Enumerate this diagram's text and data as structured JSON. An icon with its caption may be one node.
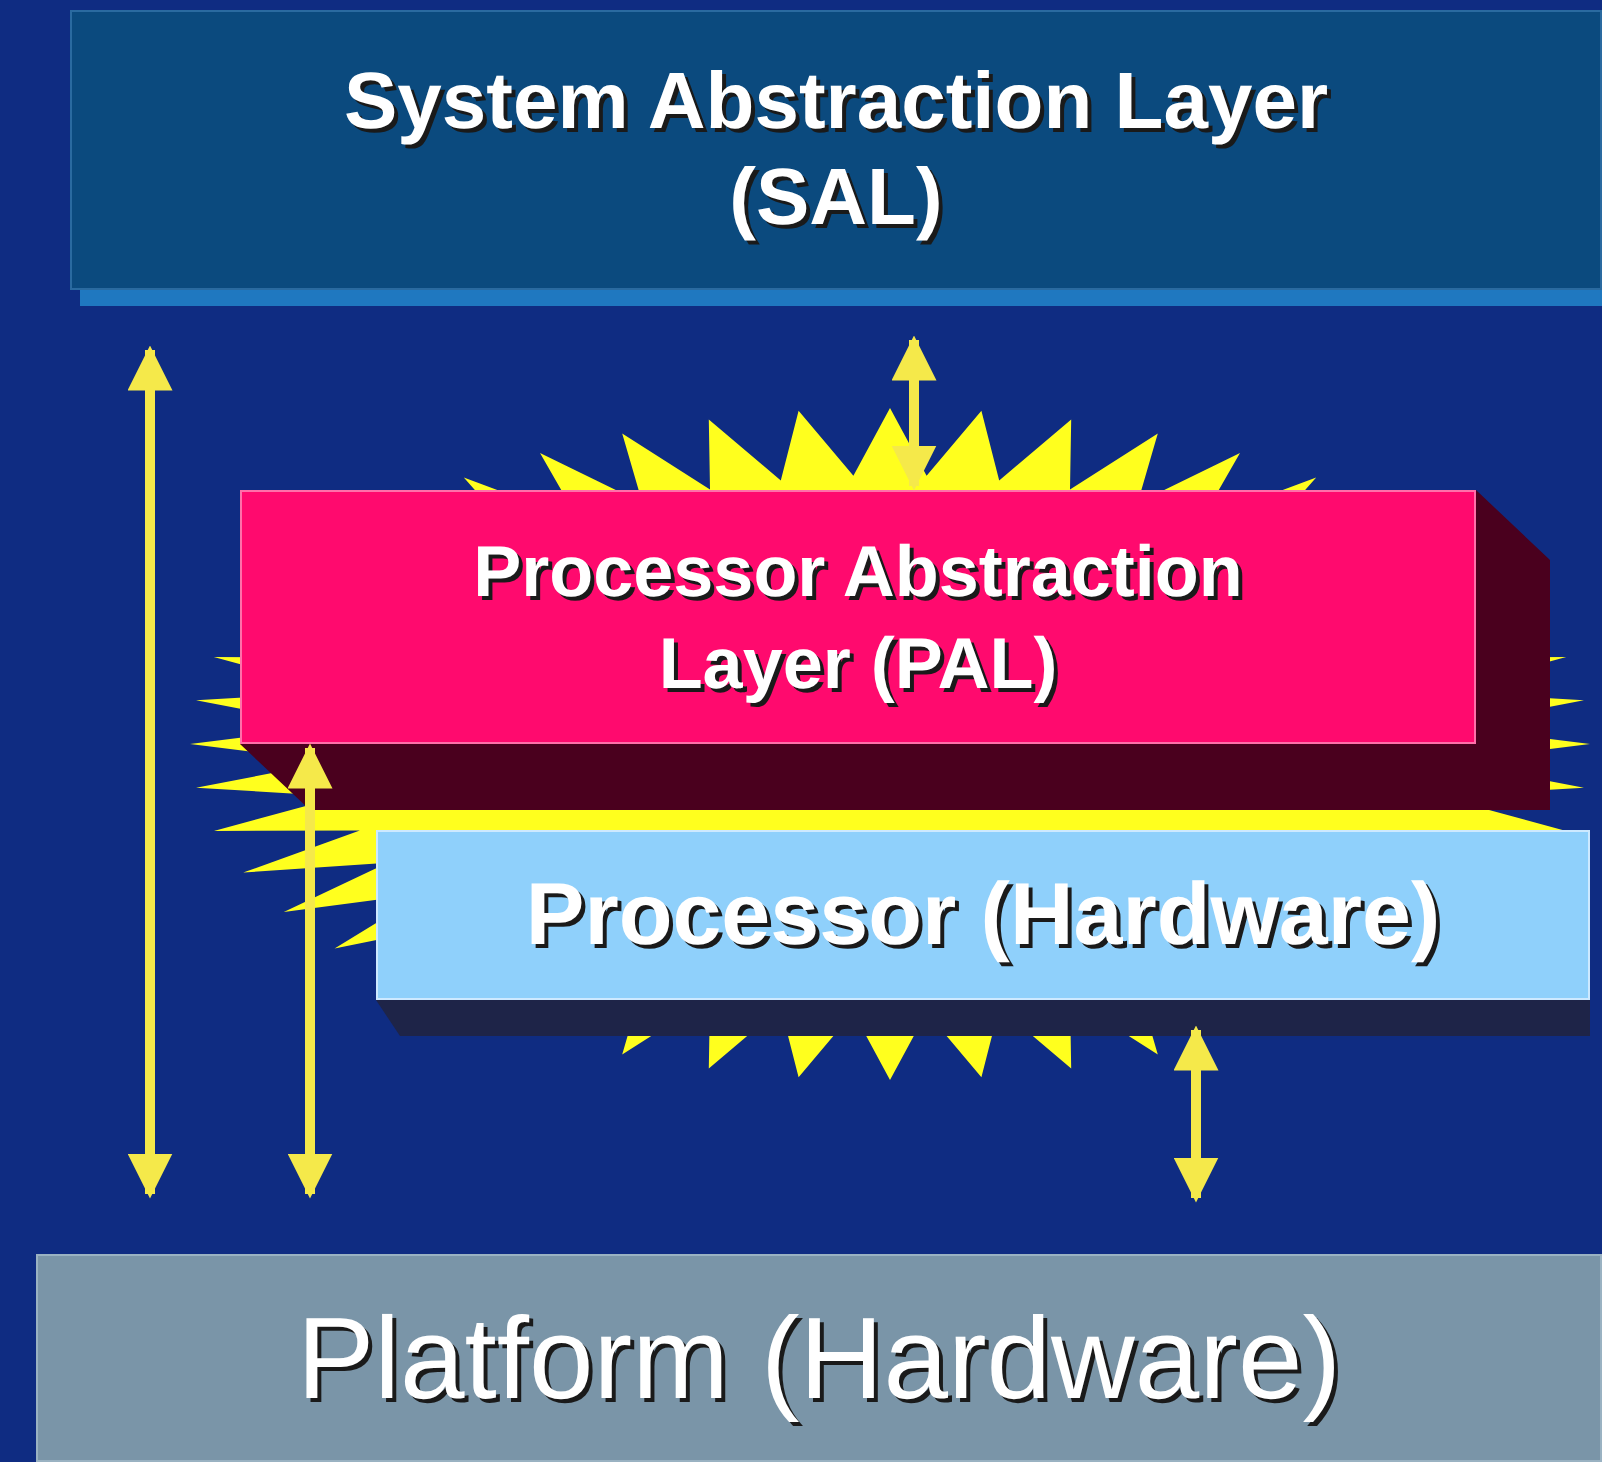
{
  "diagram": {
    "nodes": [
      {
        "text": [
          "System Abstraction Layer (SAL)"
        ]
      },
      {
        "text": [
          "Processor Abstraction Layer (PAL)"
        ]
      },
      {
        "text": [
          "Processor (Hardware)"
        ]
      },
      {
        "text": [
          "Platform (Hardware)"
        ]
      }
    ],
    "edges": [
      {
        "from": 0,
        "to": 3,
        "arrow": "both"
      },
      {
        "from": 1,
        "to": 3,
        "arrow": "both"
      },
      {
        "from": 0,
        "to": 1,
        "arrow": "both"
      },
      {
        "from": 2,
        "to": 3,
        "arrow": "both"
      }
    ]
  }
}
